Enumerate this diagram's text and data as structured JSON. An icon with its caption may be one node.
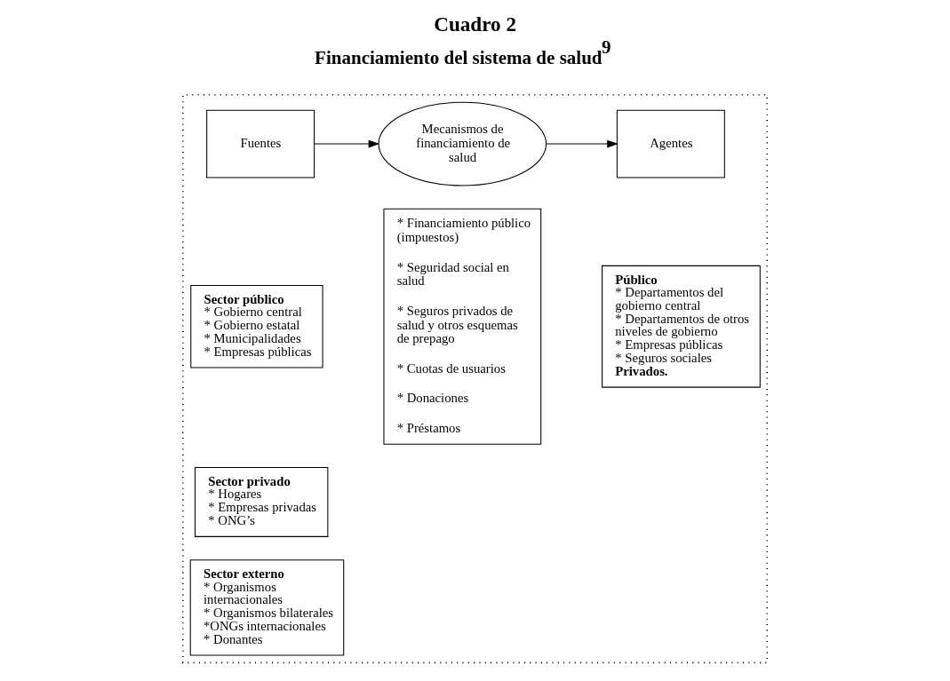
{
  "diagram": {
    "title": "Cuadro 2",
    "nodes": [
      {
        "text": [],
        "shape": "box"
      },
      {
        "text": [
          "Fuentes"
        ],
        "in": 0
      },
      {
        "text": [
          "Mecanismos de financiamiento de salud"
        ],
        "in": 0
      },
      {
        "text": [
          "Agentes"
        ],
        "in": 0
      },
      {
        "text": [
          "Sector público",
          "* Gobierno central",
          "* Gobierno estatal",
          "* Municipalidades",
          "* Empresas públicas"
        ],
        "in": 0
      },
      {
        "text": [
          "Sector privado",
          "* Hogares",
          "* Empresas privadas",
          "* ONG’s"
        ],
        "in": 0
      },
      {
        "text": [
          "Sector externo",
          "* Organismos internacionales",
          "* Organismos bilaterales",
          "*ONGs internacionales",
          "* Donantes"
        ],
        "in": 0
      },
      {
        "text": [
          "* Financiamiento público (impuestos)",
          "* Seguridad social en salud",
          "* Seguros privados de salud y otros esquemas de prepago",
          "* Cuotas de usuarios",
          "* Donaciones",
          "* Préstamos"
        ],
        "in": 0
      },
      {
        "text": [
          "Público",
          "* Departamentos del gobierno central",
          "* Departamentos de otros niveles de gobierno",
          "* Empresas públicas",
          "* Seguros sociales",
          "Privados."
        ],
        "in": 0
      }
    ],
    "edges": [
      {
        "from": 1,
        "to": 2,
        "arrow": "to"
      },
      {
        "from": 2,
        "to": 3,
        "arrow": "to"
      }
    ],
    "labels": [
      "Financiamiento del sistema de salud$^{9}$"
    ]
  }
}
